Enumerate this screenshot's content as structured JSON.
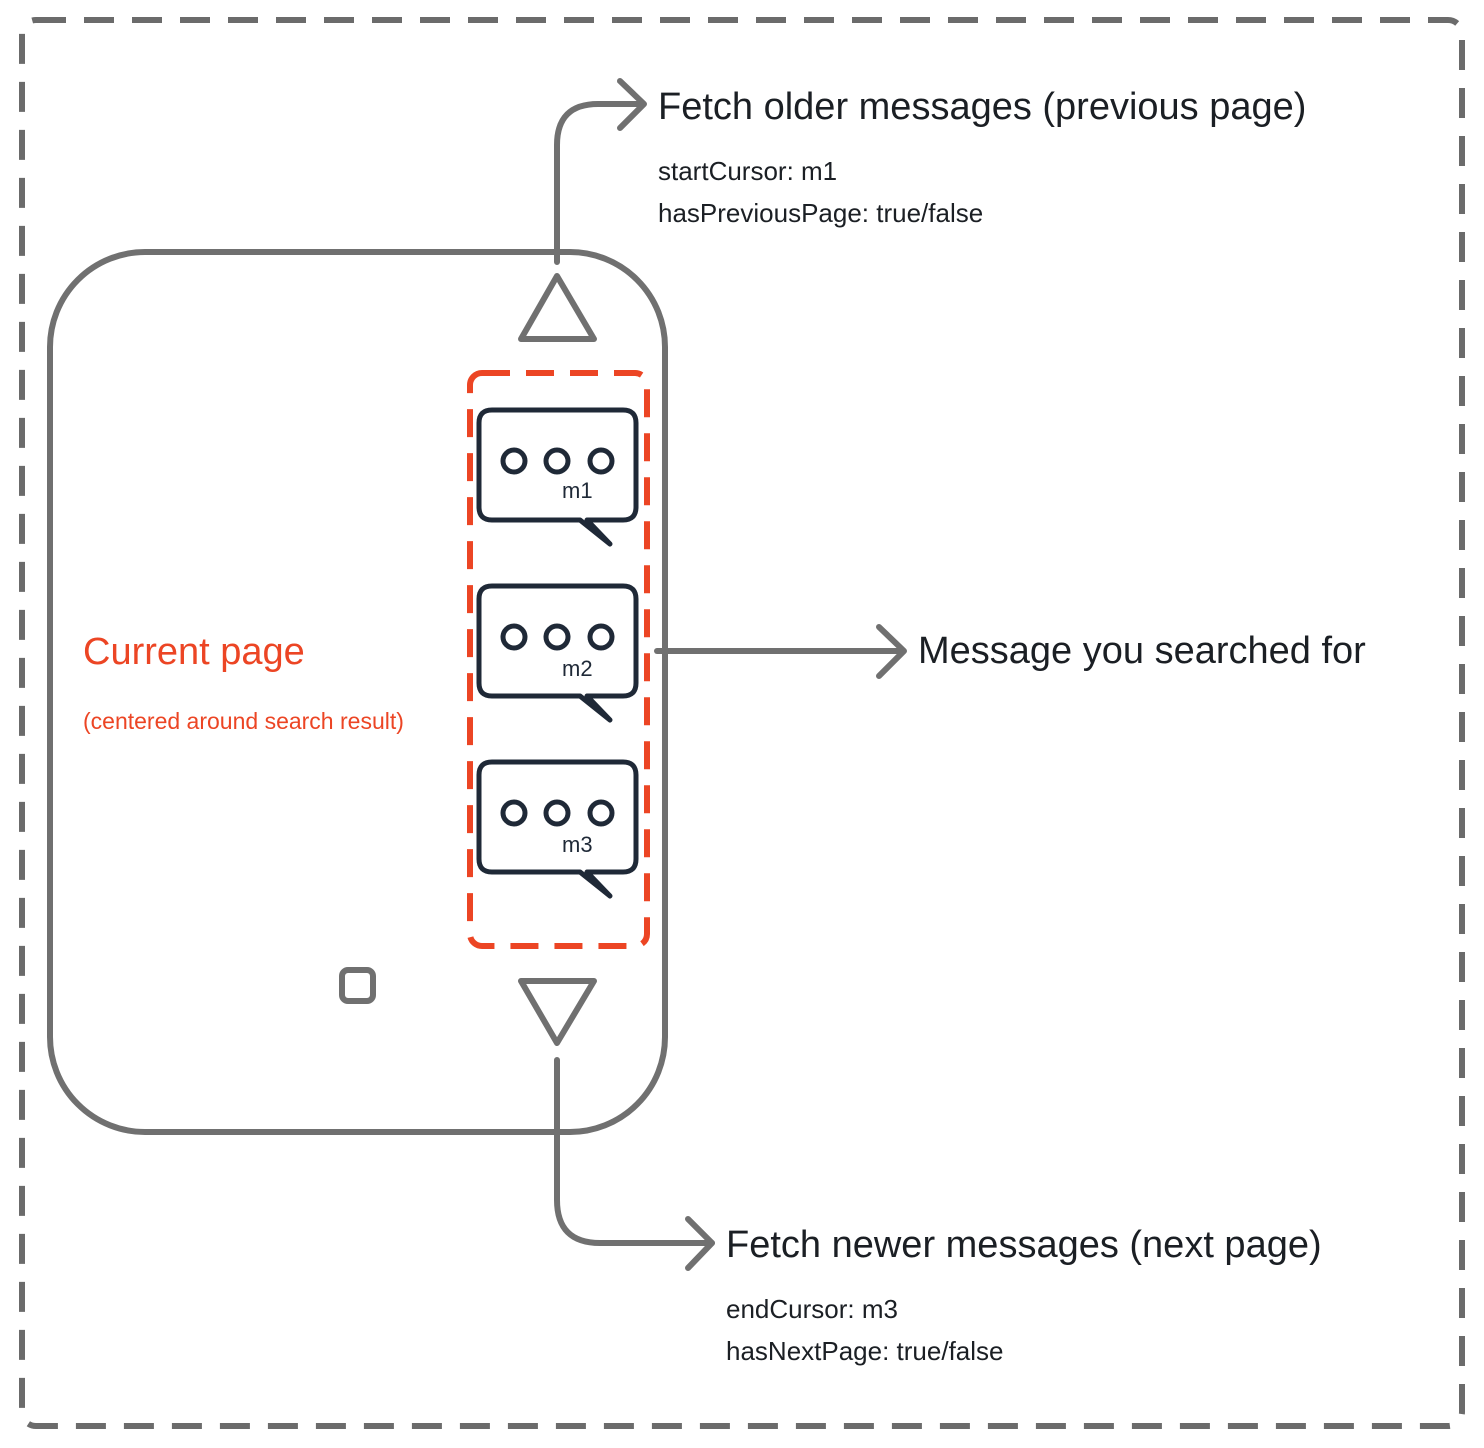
{
  "current_page": {
    "title": "Current page",
    "subtitle": "(centered around search result)"
  },
  "previous": {
    "title": "Fetch older messages (previous page)",
    "cursor": "startCursor: m1",
    "flag": "hasPreviousPage: true/false"
  },
  "next": {
    "title": "Fetch newer messages (next page)",
    "cursor": "endCursor: m3",
    "flag": "hasNextPage: true/false"
  },
  "search": {
    "label": "Message you searched for"
  },
  "messages": [
    {
      "label": "m1"
    },
    {
      "label": "m2"
    },
    {
      "label": "m3"
    }
  ],
  "colors": {
    "outline": "#707070",
    "accent": "#ec4524",
    "icon": "#1f2937",
    "frame": "#6b6b6b"
  }
}
